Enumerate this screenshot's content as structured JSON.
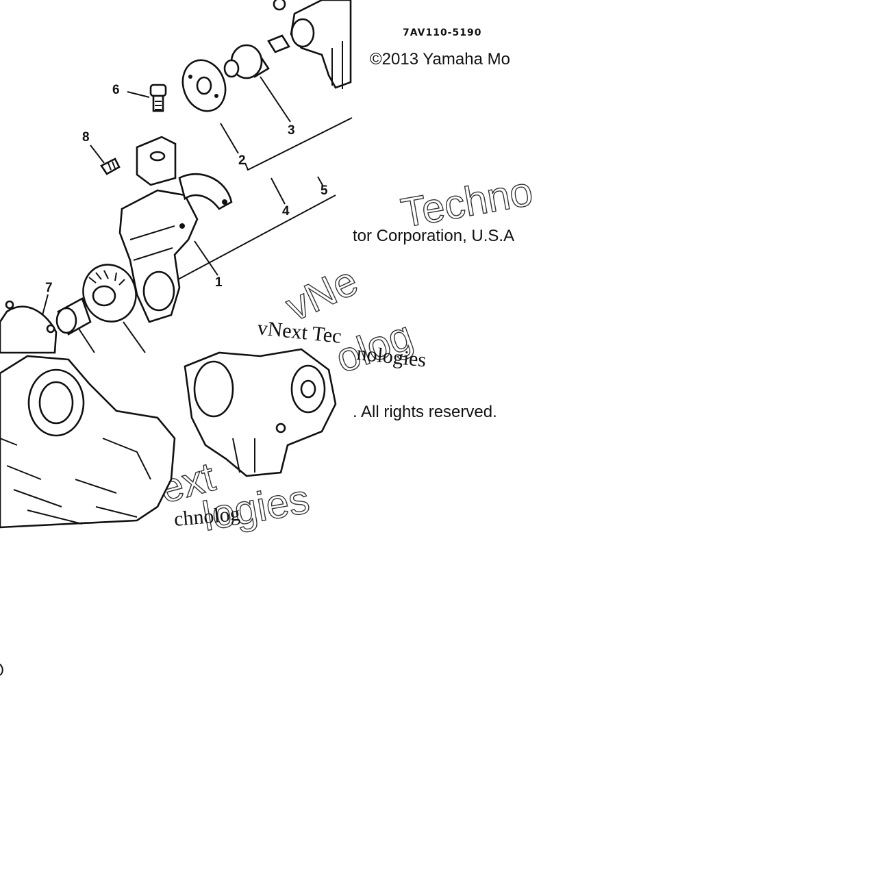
{
  "diagram_code": "7AV110-5190",
  "copyright": {
    "line1": "©2013 Yamaha Mo",
    "line2": "tor Corporation, U.S.A",
    "line3": ". All rights reserved."
  },
  "watermark": {
    "serif_line1": "vNext Tec",
    "serif_line2": "nologies",
    "outline_top": "Techno",
    "outline_mid": "vNe",
    "outline_mid2": "olog",
    "outline_bottom1": "ext",
    "outline_bottom2": "logies",
    "serif_bottom": "chnolog"
  },
  "callouts": [
    "1",
    "2",
    "3",
    "4",
    "5",
    "6",
    "7",
    "8"
  ],
  "colors": {
    "ink": "#111111",
    "background": "#ffffff"
  }
}
